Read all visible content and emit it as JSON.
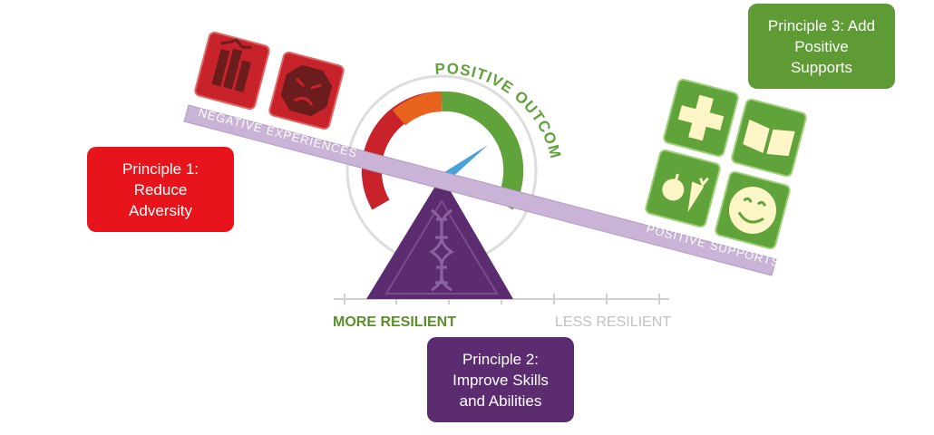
{
  "labels": {
    "negative": "NEGATIVE EXPERIENCES",
    "positive_supports": "POSITIVE SUPPORTS",
    "positive_outcome": "POSITIVE OUTCOME",
    "more_resilient": "MORE RESILIENT",
    "less_resilient": "LESS RESILIENT"
  },
  "principles": [
    {
      "text": "Principle 1:\nReduce\nAdversity",
      "color": "#e8141b"
    },
    {
      "text": "Principle 2:\nImprove Skills\nand Abilities",
      "color": "#5b2c6f"
    },
    {
      "text": "Principle 3: Add\nPositive\nSupports",
      "color": "#5f9b35"
    }
  ],
  "colors": {
    "negative": "#c8222a",
    "positive": "#5fa33a",
    "beam": "#c9b3d6",
    "fulcrum": "#5b2c6f",
    "needle": "#4aa3d8"
  },
  "icons": {
    "negative": [
      "stress-building-icon",
      "angry-face-icon"
    ],
    "positive": [
      "health-cross-icon",
      "book-icon",
      "food-icon",
      "smiley-face-icon"
    ]
  }
}
